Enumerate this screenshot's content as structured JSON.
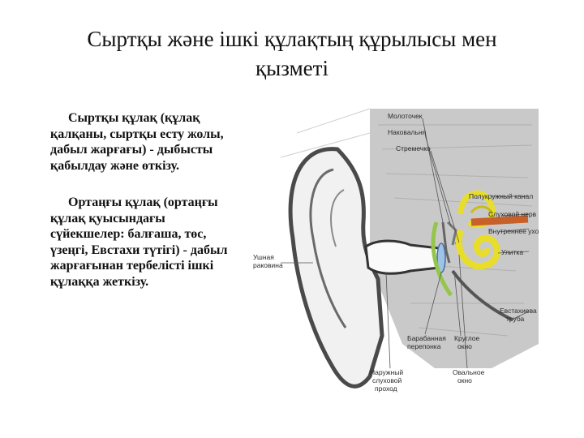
{
  "title": {
    "line1": "Сыртқы және ішкі құлақтың құрылысы мен",
    "line2": "қызметі"
  },
  "paragraphs": [
    {
      "lines": [
        "Сыртқы құлақ (құлақ",
        "қалқаны, сыртқы есту жолы,",
        "дабыл жарғағы) - дыбысты",
        "қабылдау және өткізу."
      ]
    },
    {
      "lines": [
        "Ортаңғы құлақ (ортаңғы",
        "құлақ қуысындағы",
        "сүйекшелер: балғаша, төс,",
        "үзеңгі, Евстахи түтігі) - дабыл",
        "жарғағынан тербелісті ішкі",
        "құлаққа жеткізу."
      ]
    }
  ],
  "diagram": {
    "labels": {
      "malleus": "Молоточек",
      "incus": "Наковальня",
      "stapes": "Стремечко",
      "semicircular": "Полукружный канал",
      "auditory_nerve": "Слуховой нерв",
      "inner_ear": "Внутреннее ухо",
      "cochlea": "Улитка",
      "pinna_1": "Ушная",
      "pinna_2": "раковина",
      "eustachian_1": "Евстахиева",
      "eustachian_2": "труба",
      "eardrum_1": "Барабанная",
      "eardrum_2": "перепонка",
      "round_window_1": "Круглое",
      "round_window_2": "окно",
      "ear_canal_1": "Наружный",
      "ear_canal_2": "слуховой",
      "ear_canal_3": "проход",
      "oval_window_1": "Овальное",
      "oval_window_2": "окно"
    },
    "colors": {
      "bone": "#c9c9c9",
      "skin": "#4a4a4a",
      "cochlea": "#e8de2a",
      "nerve": "#c8602a",
      "tube": "#93c64a"
    }
  }
}
